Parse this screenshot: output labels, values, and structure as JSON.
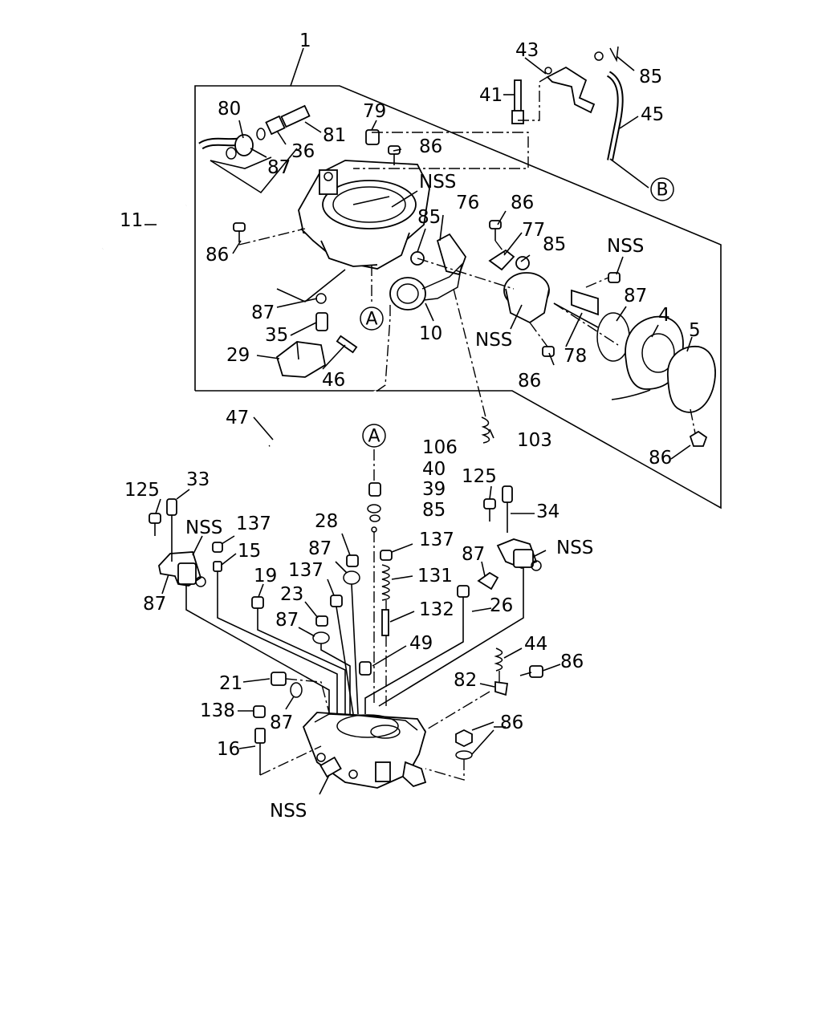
{
  "callouts": {
    "c1": "1",
    "c43": "43",
    "c85a": "85",
    "c41": "41",
    "c45": "45",
    "c80": "80",
    "c79": "79",
    "c81": "81",
    "c36": "36",
    "c86a": "86",
    "c87a": "87",
    "nss_a": "NSS",
    "c11": "11",
    "c76": "76",
    "c86b": "86",
    "c85b": "85",
    "c77": "77",
    "c85c": "85",
    "c86c": "86",
    "nss_b": "NSS",
    "c87b": "87",
    "c87c": "87",
    "c35": "35",
    "c10": "10",
    "nss_c": "NSS",
    "c78": "78",
    "c4": "4",
    "c5": "5",
    "c29": "29",
    "c46": "46",
    "c86d": "86",
    "c47": "47",
    "c103": "103",
    "c86e": "86",
    "c106": "106",
    "c40": "40",
    "c39": "39",
    "c85d": "85",
    "c125a": "125",
    "c33": "33",
    "c125b": "125",
    "c34": "34",
    "nss_d": "NSS",
    "c137a": "137",
    "c28": "28",
    "c137b": "137",
    "nss_e": "NSS",
    "c15": "15",
    "c87d": "87",
    "c87e": "87",
    "c87f": "87",
    "c131": "131",
    "c137c": "137",
    "c19": "19",
    "c23": "23",
    "c132": "132",
    "c26": "26",
    "c87g": "87",
    "c44": "44",
    "c49": "49",
    "c86f": "86",
    "c21": "21",
    "c82": "82",
    "c138": "138",
    "c87h": "87",
    "c86g": "86",
    "c16": "16",
    "nss_f": "NSS"
  },
  "refs": {
    "b_top": "B",
    "a_mid": "A",
    "a_lower": "A"
  }
}
